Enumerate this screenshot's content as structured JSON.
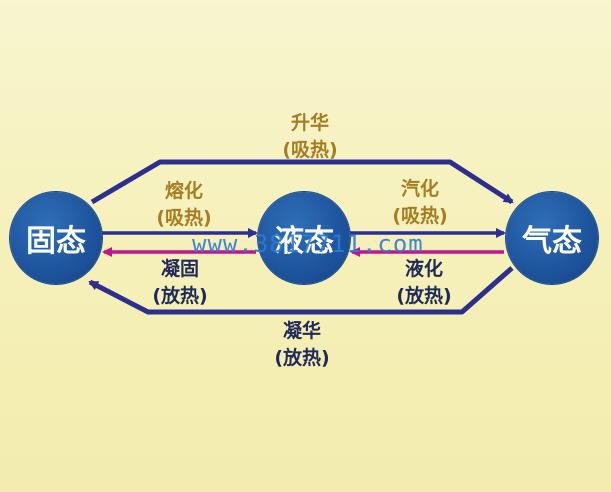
{
  "nodes": {
    "solid": "固态",
    "liquid": "液态",
    "gas": "气态"
  },
  "labels": {
    "sublimation": {
      "name": "升华",
      "heat": "(吸热)"
    },
    "melting": {
      "name": "熔化",
      "heat": "(吸热)"
    },
    "vaporization": {
      "name": "汽化",
      "heat": "(吸热)"
    },
    "solidification": {
      "name": "凝固",
      "heat": "(放热)"
    },
    "liquefaction": {
      "name": "液化",
      "heat": "(放热)"
    },
    "deposition": {
      "name": "凝华",
      "heat": "(放热)"
    }
  },
  "watermark": "www.3817711.com",
  "colors": {
    "background": "#f7f3c4",
    "node": "#1b4f97",
    "arrow_blue": "#2c2f8e",
    "arrow_magenta": "#c3148f",
    "label_gold": "#a67d22",
    "label_dark": "#1f2a5a",
    "watermark": "#2f7ad6"
  }
}
